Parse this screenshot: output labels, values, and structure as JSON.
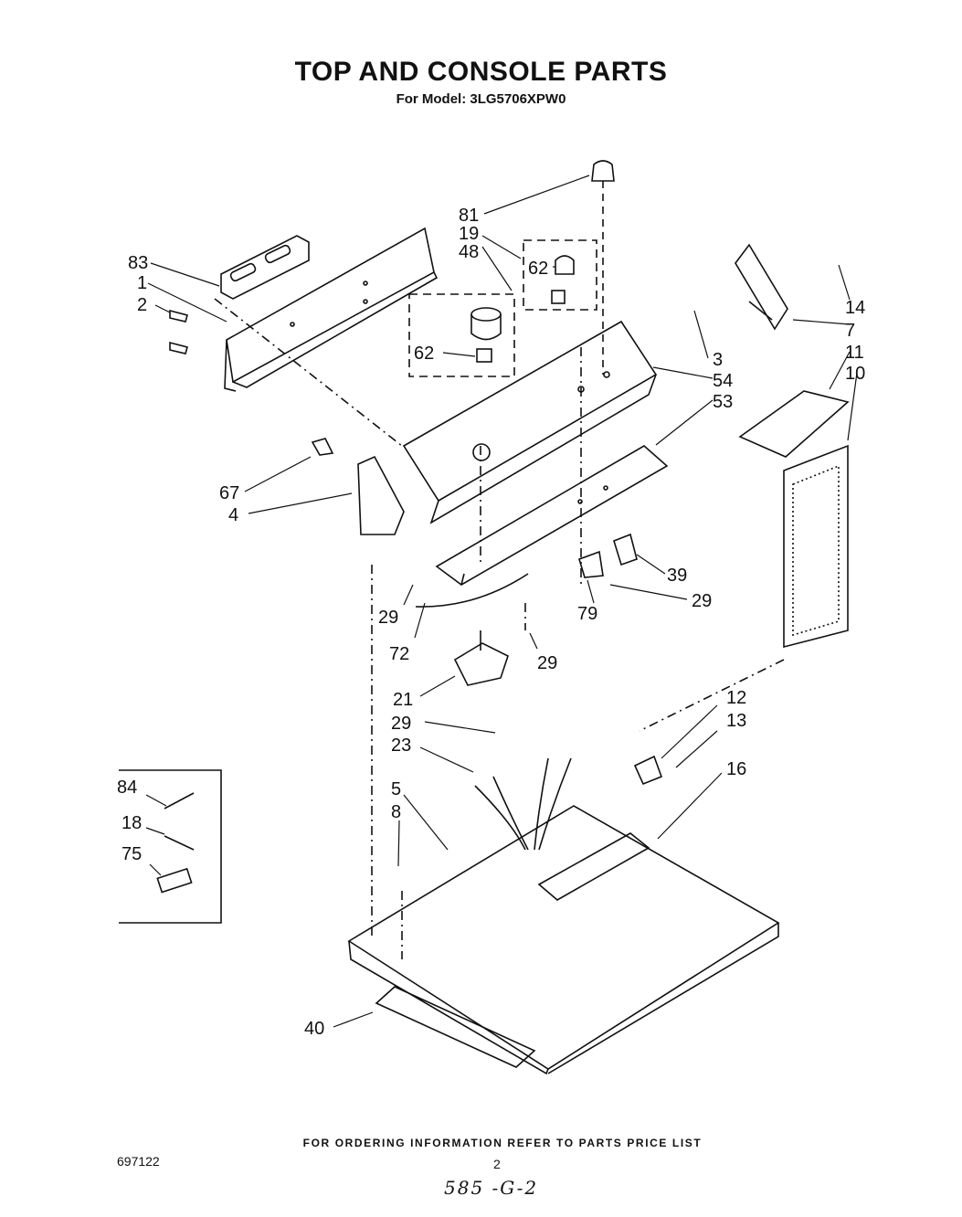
{
  "title": "TOP AND CONSOLE PARTS",
  "subtitle": "For Model: 3LG5706XPW0",
  "callouts": [
    "81",
    "19",
    "48",
    "62",
    "62",
    "83",
    "1",
    "2",
    "14",
    "7",
    "3",
    "54",
    "53",
    "11",
    "10",
    "67",
    "4",
    "39",
    "29",
    "29",
    "79",
    "29",
    "72",
    "29",
    "21",
    "29",
    "23",
    "12",
    "13",
    "16",
    "5",
    "8",
    "84",
    "18",
    "75",
    "40"
  ],
  "footer": "FOR ORDERING INFORMATION REFER TO PARTS PRICE LIST",
  "doc_number": "697122",
  "page_number": "2",
  "handwritten_note": "585 -G-2"
}
